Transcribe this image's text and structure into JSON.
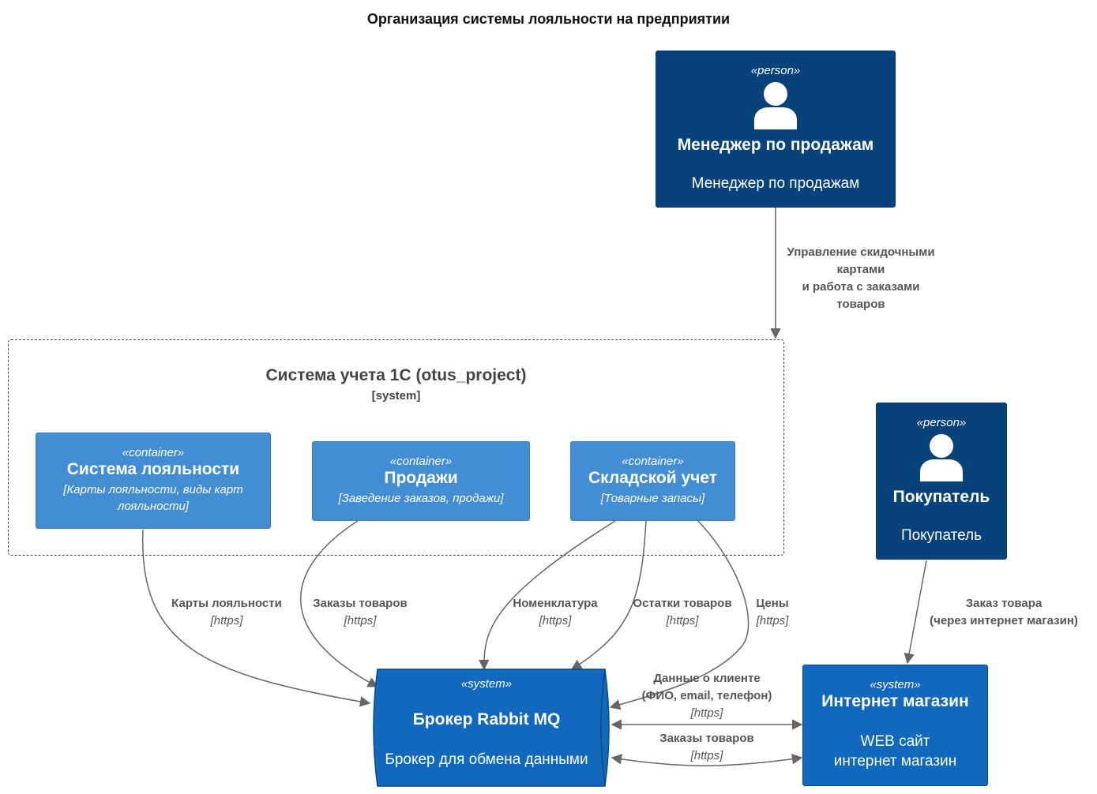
{
  "title": "Организация системы лояльности на предприятии",
  "boundary": {
    "name": "Система учета 1С (otus_project)",
    "type": "[system]"
  },
  "nodes": {
    "manager": {
      "stereotype": "«person»",
      "name": "Менеджер по продажам",
      "description": "Менеджер по продажам"
    },
    "buyer": {
      "stereotype": "«person»",
      "name": "Покупатель",
      "description": "Покупатель"
    },
    "loyalty": {
      "stereotype": "«container»",
      "name": "Система лояльности",
      "tech_line1": "[Карты лояльности, виды карт",
      "tech_line2": "лояльности]"
    },
    "sales": {
      "stereotype": "«container»",
      "name": "Продажи",
      "tech": "[Заведение заказов, продажи]"
    },
    "warehouse": {
      "stereotype": "«container»",
      "name": "Складской учет",
      "tech": "[Товарные запасы]"
    },
    "broker": {
      "stereotype": "«system»",
      "name": "Брокер Rabbit MQ",
      "description": "Брокер для обмена данными"
    },
    "shop": {
      "stereotype": "«system»",
      "name": "Интернет магазин",
      "description_line1": "WEB сайт",
      "description_line2": "интернет магазин"
    }
  },
  "edges": {
    "manager_to_system": {
      "line1": "Управление скидочными",
      "line2": "картами",
      "line3": "и работа с заказами",
      "line4": "товаров"
    },
    "loyalty_cards": {
      "label": "Карты лояльности",
      "tech": "[https]"
    },
    "orders": {
      "label": "Заказы товаров",
      "tech": "[https]"
    },
    "nomenclature": {
      "label": "Номенклатура",
      "tech": "[https]"
    },
    "stock": {
      "label": "Остатки товаров",
      "tech": "[https]"
    },
    "prices": {
      "label": "Цены",
      "tech": "[https]"
    },
    "buyer_order": {
      "line1": "Заказ товара",
      "line2": "(через интернет магазин)"
    },
    "client_data": {
      "line1": "Данные о клиенте",
      "line2": "(ФИО, email, телефон)",
      "tech": "[https]"
    },
    "shop_orders": {
      "label": "Заказы товаров",
      "tech": "[https]"
    }
  },
  "colors": {
    "person": "#08427b",
    "container": "#438dd5",
    "system": "#1168bd",
    "edge": "#666666"
  }
}
